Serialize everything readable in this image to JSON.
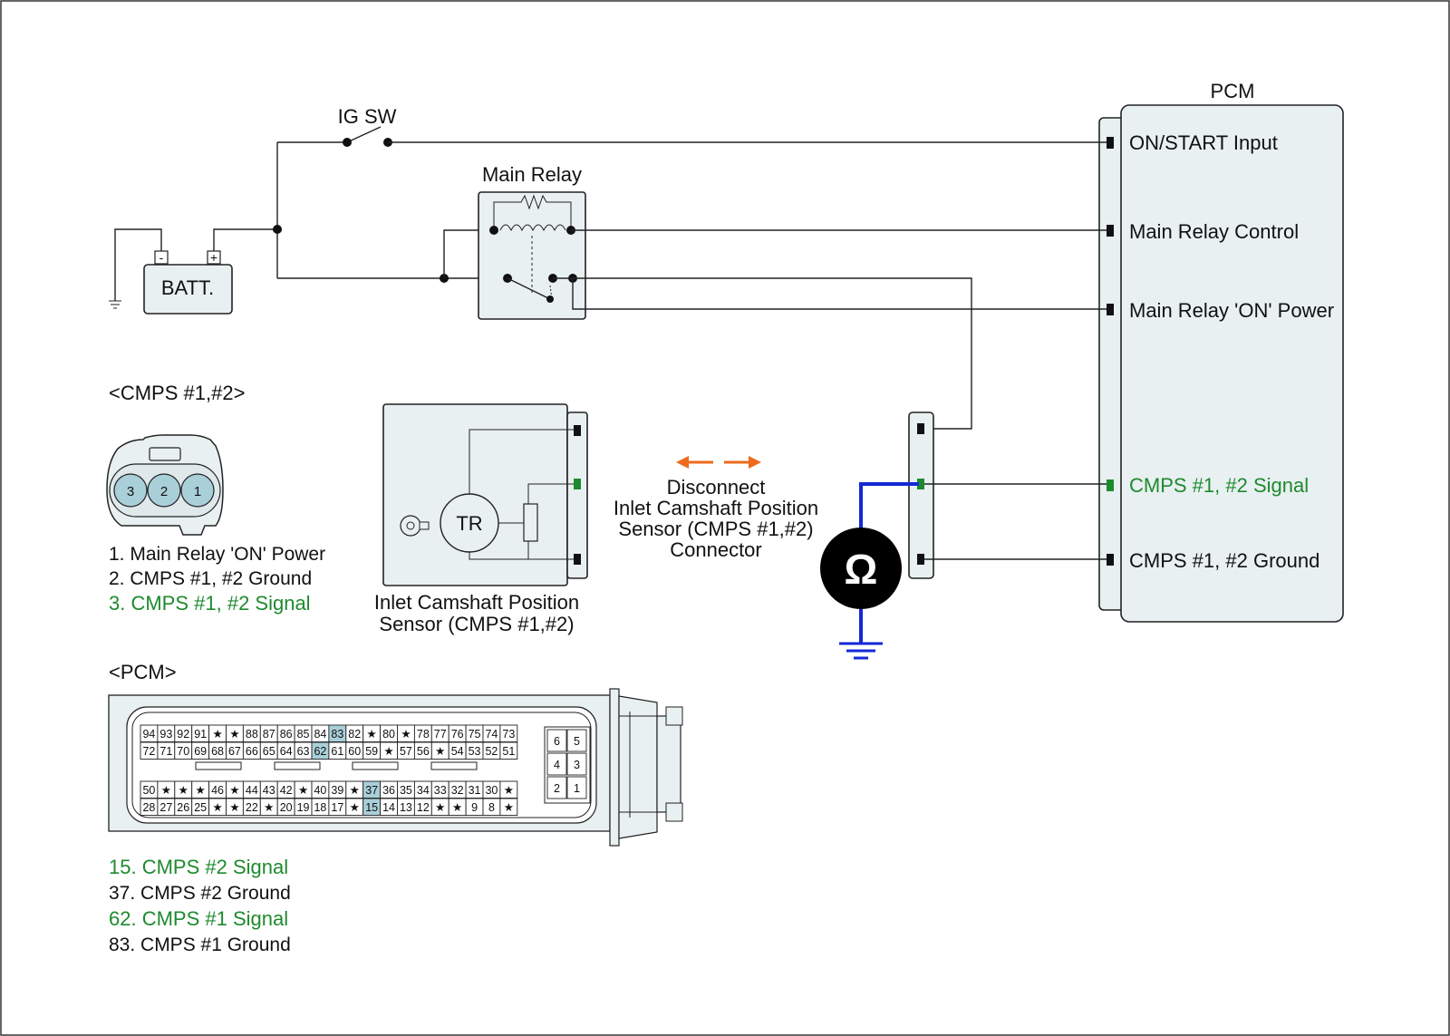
{
  "labels": {
    "ig_sw": "IG SW",
    "main_relay": "Main Relay",
    "battery": "BATT.",
    "battery_neg": "-",
    "battery_pos": "+",
    "pcm_title": "PCM",
    "sensor_symbol": "TR",
    "ohmmeter_symbol": "Ω",
    "sensor_name_line1": "Inlet Camshaft Position",
    "sensor_name_line2": "Sensor (CMPS #1,#2)",
    "disconnect_line1": "Disconnect",
    "disconnect_line2": "Inlet Camshaft Position",
    "disconnect_line3": "Sensor (CMPS #1,#2)",
    "disconnect_line4": "Connector"
  },
  "pcm_pins": [
    {
      "label": "ON/START Input",
      "color": "#111111"
    },
    {
      "label": "Main Relay Control",
      "color": "#111111"
    },
    {
      "label": "Main Relay 'ON' Power",
      "color": "#111111"
    },
    {
      "label": "CMPS #1, #2 Signal",
      "color": "#1e8a2e"
    },
    {
      "label": "CMPS #1, #2 Ground",
      "color": "#111111"
    }
  ],
  "cmps_connector": {
    "title": "<CMPS #1,#2>",
    "pins": [
      "3",
      "2",
      "1"
    ],
    "legend": [
      {
        "text": "1. Main Relay 'ON' Power",
        "color": "#111111"
      },
      {
        "text": "2. CMPS #1, #2 Ground",
        "color": "#111111"
      },
      {
        "text": "3. CMPS #1, #2 Signal",
        "color": "#1e8a2e"
      }
    ]
  },
  "pcm_connector": {
    "title": "<PCM>",
    "rows": [
      [
        "94",
        "93",
        "92",
        "91",
        "★",
        "★",
        "88",
        "87",
        "86",
        "85",
        "84",
        "83",
        "82",
        "★",
        "80",
        "★",
        "78",
        "77",
        "76",
        "75",
        "74",
        "73"
      ],
      [
        "72",
        "71",
        "70",
        "69",
        "68",
        "67",
        "66",
        "65",
        "64",
        "63",
        "62",
        "61",
        "60",
        "59",
        "★",
        "57",
        "56",
        "★",
        "54",
        "53",
        "52",
        "51"
      ],
      [
        "50",
        "★",
        "★",
        "★",
        "46",
        "★",
        "44",
        "43",
        "42",
        "★",
        "40",
        "39",
        "★",
        "37",
        "36",
        "35",
        "34",
        "33",
        "32",
        "31",
        "30",
        "★"
      ],
      [
        "28",
        "27",
        "26",
        "25",
        "★",
        "★",
        "22",
        "★",
        "20",
        "19",
        "18",
        "17",
        "★",
        "15",
        "14",
        "13",
        "12",
        "★",
        "★",
        "9",
        "8",
        "★"
      ]
    ],
    "highlighted": [
      "83",
      "62",
      "37",
      "15"
    ],
    "small_block": [
      [
        "6",
        "5"
      ],
      [
        "4",
        "3"
      ],
      [
        "2",
        "1"
      ]
    ],
    "legend": [
      {
        "text": "15. CMPS #2 Signal",
        "color": "#1e8a2e"
      },
      {
        "text": "37. CMPS #2 Ground",
        "color": "#111111"
      },
      {
        "text": "62. CMPS #1 Signal",
        "color": "#1e8a2e"
      },
      {
        "text": "83. CMPS #1 Ground",
        "color": "#111111"
      }
    ]
  },
  "colors": {
    "panel": "#e9f0f1",
    "pin_highlight": "#a9cfd9",
    "signal_green": "#1e8a2e",
    "probe_blue": "#1428d8",
    "arrow_orange": "#ee6a1c"
  }
}
